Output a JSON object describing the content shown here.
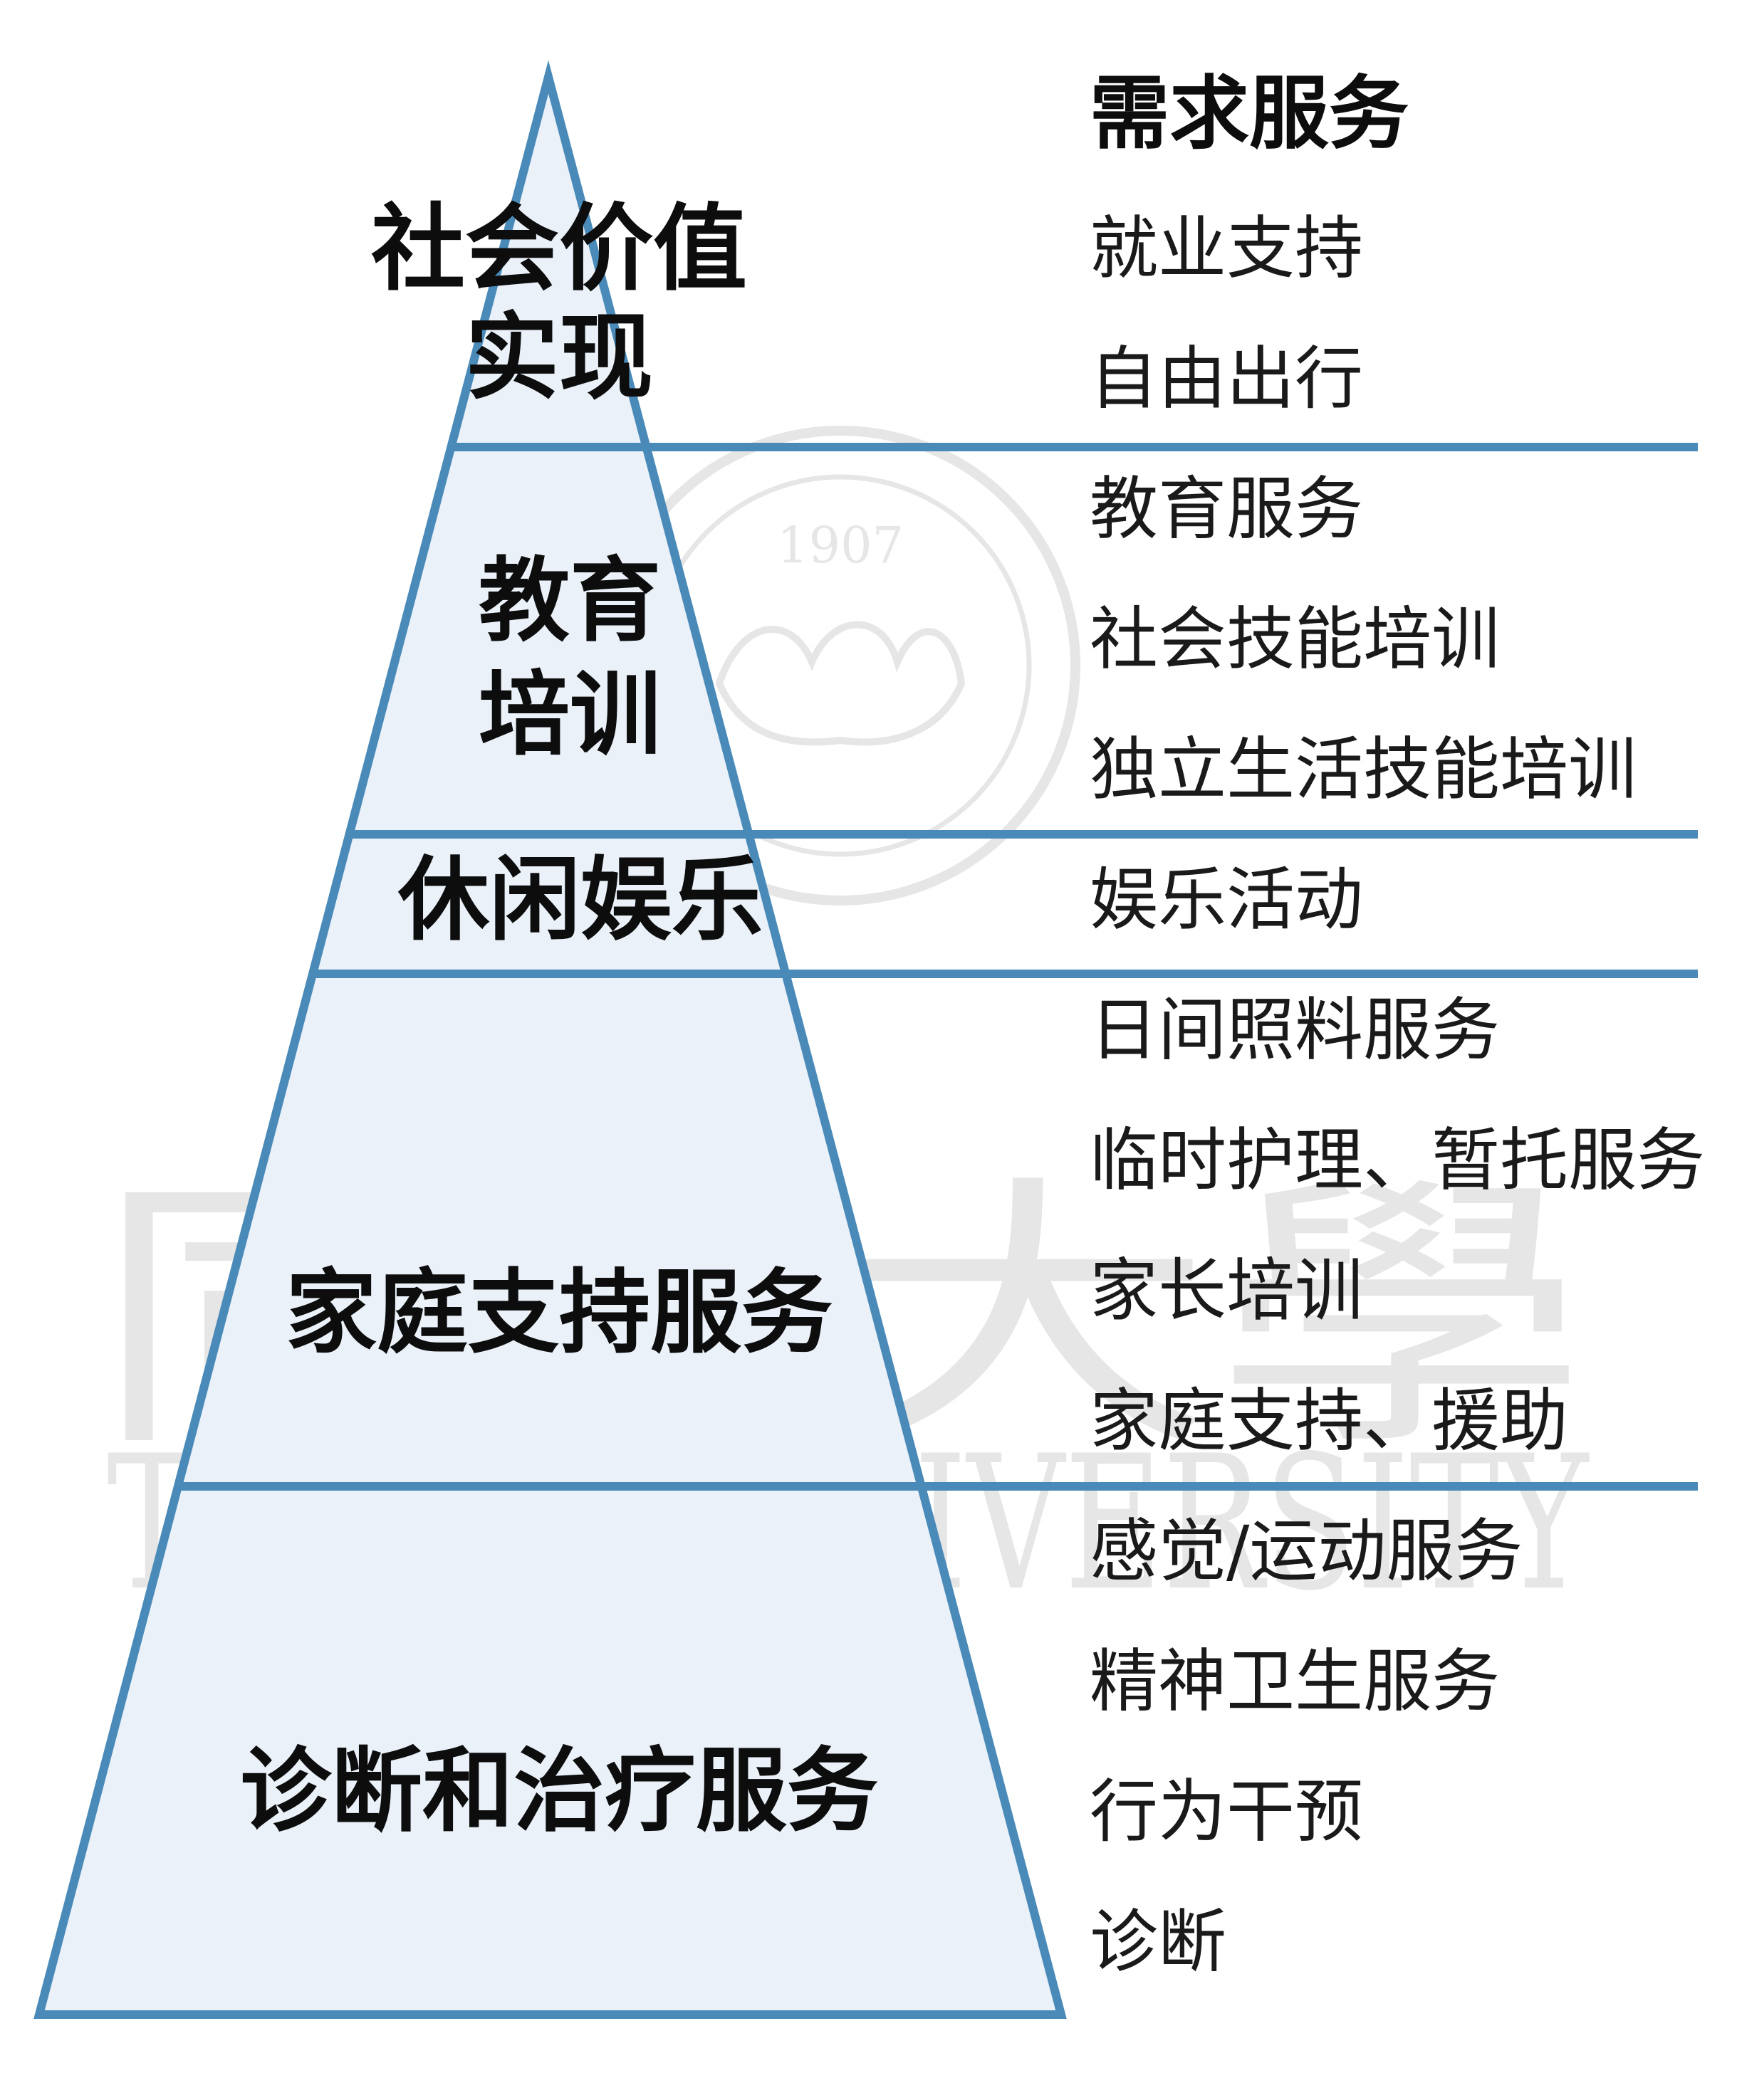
{
  "colors": {
    "outline": "#4a8ab8",
    "fill": "#eaf1f9",
    "watermark": "#e6e6e6"
  },
  "watermark": {
    "english": "TONGJI UNIVERSITY",
    "year": "1907",
    "chinese": "同濟大學"
  },
  "services_heading": "需求服务",
  "levels": [
    {
      "label_lines": [
        "社会价值",
        "实现"
      ],
      "services": [
        "就业支持",
        "自由出行"
      ]
    },
    {
      "label_lines": [
        "教育",
        "培训"
      ],
      "services": [
        "教育服务",
        "社会技能培训",
        "独立生活技能培训"
      ]
    },
    {
      "label_lines": [
        "休闲娱乐"
      ],
      "services": [
        "娱乐活动"
      ]
    },
    {
      "label_lines": [
        "家庭支持服务"
      ],
      "services": [
        "日间照料服务",
        "临时护理、暂托服务",
        "家长培训",
        "家庭支持、援助"
      ]
    },
    {
      "label_lines": [
        "诊断和治疗服务"
      ],
      "services": [
        "感觉/运动服务",
        "精神卫生服务",
        "行为干预",
        "诊断"
      ]
    }
  ]
}
